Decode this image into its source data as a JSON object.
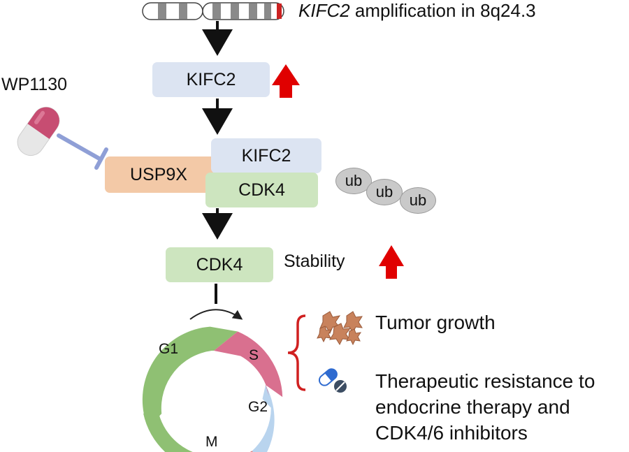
{
  "chromosome": {
    "label_gene": "KIFC2",
    "label_rest": " amplification in 8q24.3"
  },
  "nodes": {
    "kifc2_top": "KIFC2",
    "kifc2_complex": "KIFC2",
    "usp9x": "USP9X",
    "cdk4_complex": "CDK4",
    "cdk4_bottom": "CDK4"
  },
  "drug": {
    "label": "WP1130"
  },
  "ubiquitin": [
    "ub",
    "ub",
    "ub"
  ],
  "stability": {
    "label": "Stability"
  },
  "cell_cycle": {
    "phases": [
      "G1",
      "S",
      "G2",
      "M"
    ]
  },
  "outcomes": {
    "tumor_growth": "Tumor growth",
    "resistance_lines": [
      "Therapeutic resistance to",
      "endocrine therapy and",
      "CDK4/6 inhibitors"
    ]
  },
  "colors": {
    "kifc2": "#dce4f2",
    "usp9x": "#f3c9a7",
    "cdk4": "#cde5bf",
    "up_arrow": "#e00000",
    "inhibit": "#8f9fd6",
    "g1": "#8fc073",
    "s": "#d9708f",
    "g2": "#b9d4ee",
    "m": "#d98080"
  }
}
